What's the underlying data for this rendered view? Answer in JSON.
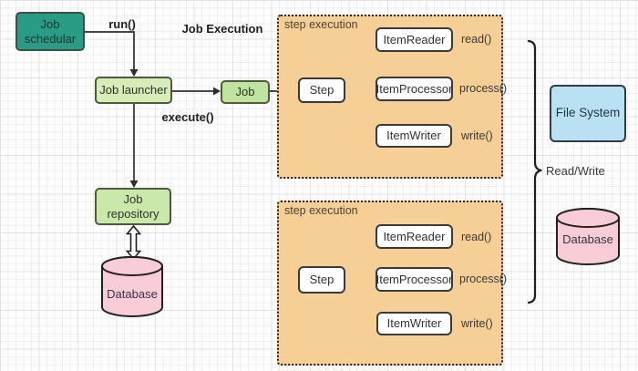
{
  "diagram": {
    "title": "Job Execution",
    "nodes": {
      "scheduler": "Job schedular",
      "launcher": "Job launcher",
      "job": "Job",
      "repository": "Job repository",
      "database_left": "Database",
      "file_system": "File System",
      "database_right": "Database"
    },
    "edge_labels": {
      "run": "run()",
      "execute": "execute()",
      "read_write": "Read/Write"
    },
    "groups": [
      {
        "title": "step execution",
        "step": "Step",
        "reader": "ItemReader",
        "reader_method": "read()",
        "processor": "ItemProcessor",
        "processor_method": "process()",
        "writer": "ItemWriter",
        "writer_method": "write()"
      },
      {
        "title": "step execution",
        "step": "Step",
        "reader": "ItemReader",
        "reader_method": "read()",
        "processor": "ItemProcessor",
        "processor_method": "process()",
        "writer": "ItemWriter",
        "writer_method": "write()"
      }
    ],
    "colors": {
      "teal": "#2a9c85",
      "launcher_green": "#d7ecb6",
      "job_green": "#c0e3a0",
      "repository_green": "#cbe8ab",
      "group_orange": "#f6cf97",
      "file_blue": "#b9e1f3",
      "db_pink": "#f8cdd8",
      "line": "#2e2e2e"
    }
  }
}
